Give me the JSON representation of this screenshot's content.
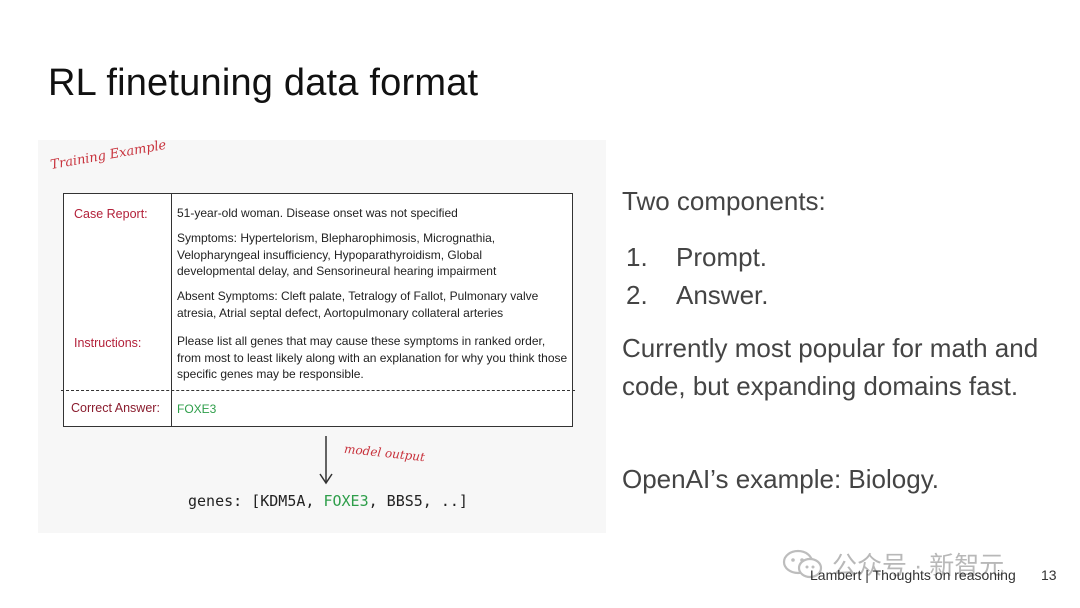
{
  "slide": {
    "title": "RL finetuning data format",
    "page_number": "13",
    "footer": "Lambert | Thoughts on reasoning"
  },
  "figure": {
    "training_label": "Training Example",
    "rows": {
      "case_report_label": "Case Report:",
      "case_report_text": "51-year-old woman. Disease onset was not specified",
      "symptoms_text": "Symptoms: Hypertelorism, Blepharophimosis, Micrognathia, Velopharyngeal insufficiency, Hypoparathyroidism, Global developmental delay, and Sensorineural hearing impairment",
      "absent_symptoms_text": "Absent Symptoms: Cleft palate, Tetralogy of Fallot, Pulmonary valve atresia, Atrial septal defect, Aortopulmonary collateral arteries",
      "instructions_label": "Instructions:",
      "instructions_text": "Please list all genes that may cause these symptoms in ranked order, from most to least likely along with an explanation for why you think those specific genes may be responsible.",
      "correct_answer_label": "Correct Answer:",
      "correct_answer_value": "FOXE3"
    },
    "model_output_label": "model output",
    "genes_output": {
      "prefix": "genes: [KDM5A, ",
      "highlight": "FOXE3",
      "suffix": ", BBS5, ..]"
    },
    "colors": {
      "label_red": "#c8323c",
      "highlight_green": "#2e9e4a"
    }
  },
  "content": {
    "heading": "Two components:",
    "list": [
      {
        "num": "1.",
        "text": "Prompt."
      },
      {
        "num": "2.",
        "text": "Answer."
      }
    ],
    "paragraph1": "Currently most popular for math and code, but expanding domains fast.",
    "paragraph2": "OpenAI’s example: Biology."
  },
  "watermark": {
    "text": "公众号 · 新智元",
    "icon": "wechat-icon"
  }
}
